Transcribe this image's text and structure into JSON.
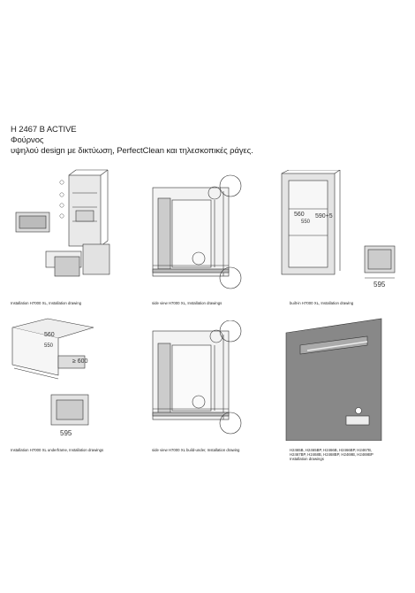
{
  "header": {
    "model": "H 2467 B ACTIVE",
    "category": "Φούρνος",
    "description": "υψηλού design με δικτύωση, PerfectClean και τηλεσκοπικές ράγες."
  },
  "captions": {
    "c1": "Installation H7000 XL, Installation drawing",
    "c2": "side view H7000 XL, Installation drawings",
    "c3": "built-in H7000 XL, Installation drawing",
    "c4": "Installation H7000 XL underframe, Installation drawings",
    "c5": "side view H7000 XL build-under, Installation drawing",
    "c6_lines": [
      "H2465B, H2465BP, H2466B, H2466BP, H2467B,",
      "H2467BP, H2468B, H2468BP, H2469B, H2469BP",
      "Installation drawings"
    ]
  },
  "dims": {
    "d560": "560",
    "d590": "590+5",
    "d550": "550",
    "d595": "595",
    "d600": "≥ 600",
    "d560b": "560",
    "d550b": "550",
    "d595b": "595"
  }
}
